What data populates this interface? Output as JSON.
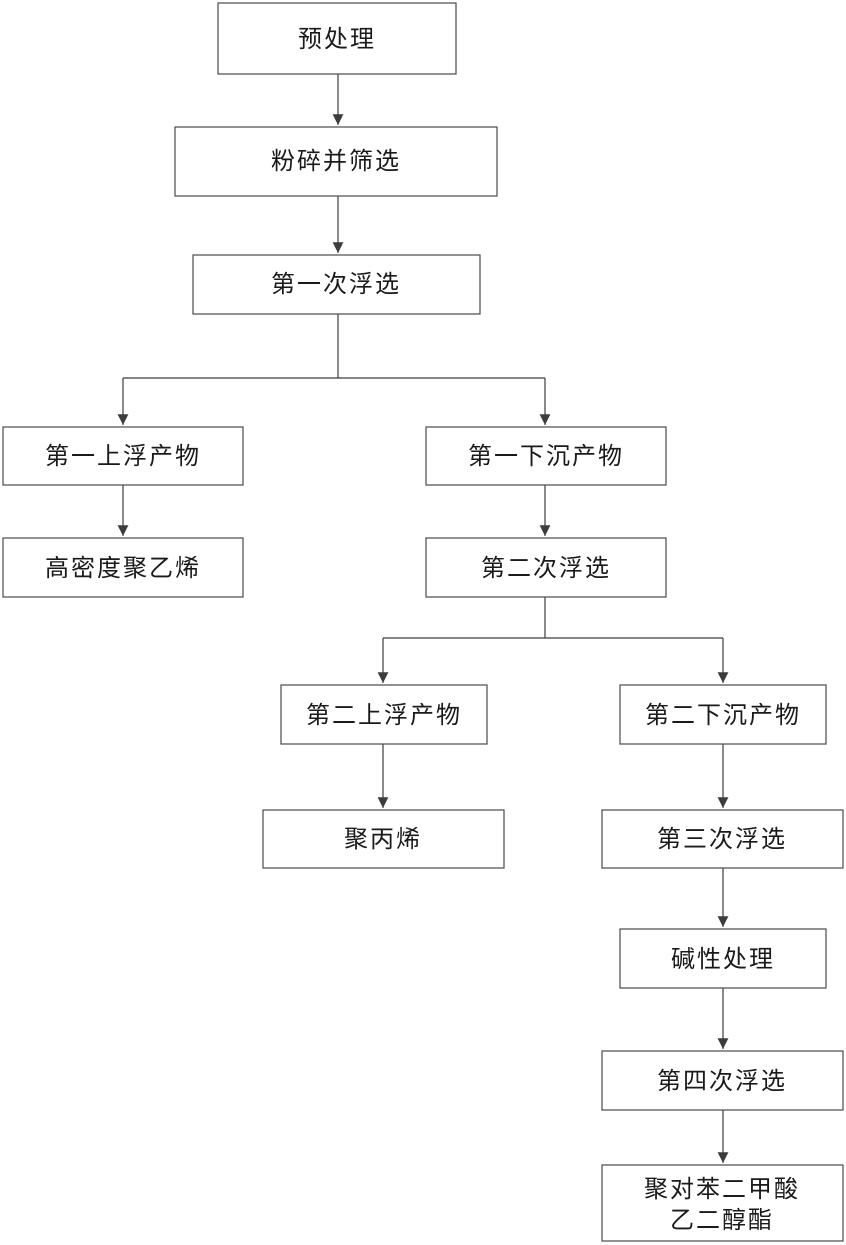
{
  "diagram": {
    "type": "flowchart",
    "nodes": [
      {
        "id": "pretreatment",
        "label": "预处理"
      },
      {
        "id": "crush-sieve",
        "label": "粉碎并筛选"
      },
      {
        "id": "flotation-1",
        "label": "第一次浮选"
      },
      {
        "id": "float-product-1",
        "label": "第一上浮产物"
      },
      {
        "id": "sink-product-1",
        "label": "第一下沉产物"
      },
      {
        "id": "hdpe",
        "label": "高密度聚乙烯"
      },
      {
        "id": "flotation-2",
        "label": "第二次浮选"
      },
      {
        "id": "float-product-2",
        "label": "第二上浮产物"
      },
      {
        "id": "sink-product-2",
        "label": "第二下沉产物"
      },
      {
        "id": "polypropylene",
        "label": "聚丙烯"
      },
      {
        "id": "flotation-3",
        "label": "第三次浮选"
      },
      {
        "id": "alkali-treatment",
        "label": "碱性处理"
      },
      {
        "id": "flotation-4",
        "label": "第四次浮选"
      },
      {
        "id": "pet",
        "label": "聚对苯二甲酸\n乙二醇酯",
        "lines": [
          "聚对苯二甲酸",
          "乙二醇酯"
        ]
      }
    ],
    "edges": [
      {
        "from": "pretreatment",
        "to": "crush-sieve"
      },
      {
        "from": "crush-sieve",
        "to": "flotation-1"
      },
      {
        "from": "flotation-1",
        "to": "float-product-1"
      },
      {
        "from": "flotation-1",
        "to": "sink-product-1"
      },
      {
        "from": "float-product-1",
        "to": "hdpe"
      },
      {
        "from": "sink-product-1",
        "to": "flotation-2"
      },
      {
        "from": "flotation-2",
        "to": "float-product-2"
      },
      {
        "from": "flotation-2",
        "to": "sink-product-2"
      },
      {
        "from": "float-product-2",
        "to": "polypropylene"
      },
      {
        "from": "sink-product-2",
        "to": "flotation-3"
      },
      {
        "from": "flotation-3",
        "to": "alkali-treatment"
      },
      {
        "from": "alkali-treatment",
        "to": "flotation-4"
      },
      {
        "from": "flotation-4",
        "to": "pet"
      }
    ],
    "colors": {
      "box_border": "#4a4a4a",
      "line": "#3c3c3c",
      "text": "#1a1a1a",
      "background": "#ffffff"
    }
  }
}
